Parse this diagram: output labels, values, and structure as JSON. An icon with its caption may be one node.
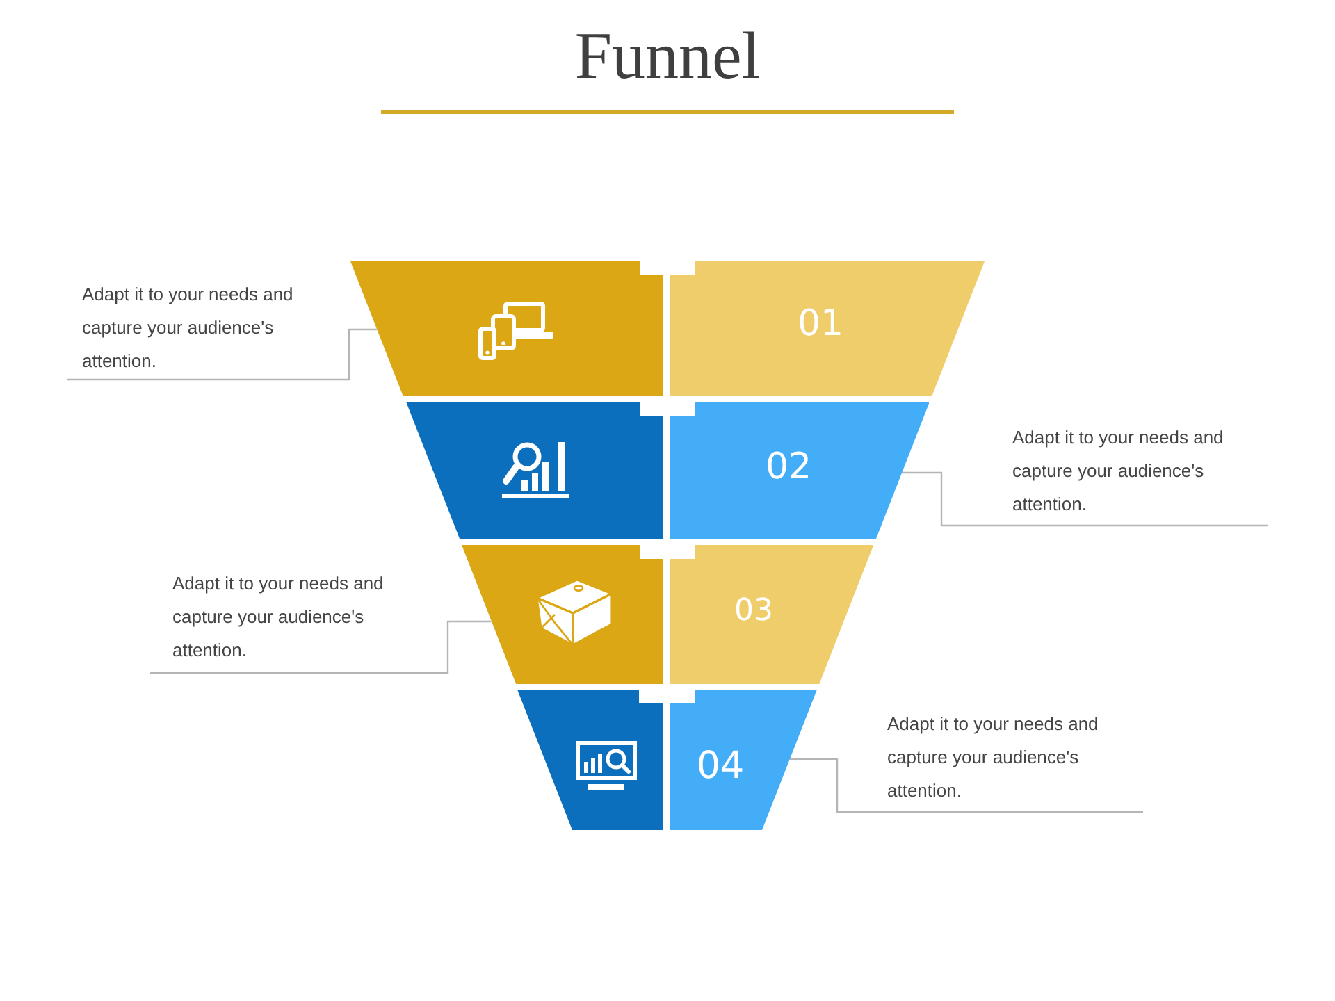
{
  "diagram": {
    "title": "Funnel",
    "nodes": [
      {
        "text": [],
        "shape": "box"
      },
      {
        "text": [
          "01"
        ]
      },
      {
        "text": [
          "Adapt it to your needs and capture your audience's attention."
        ]
      },
      {
        "text": [],
        "shape": "box"
      },
      {
        "text": [
          "02"
        ]
      },
      {
        "text": [
          "Adapt it to your needs and capture your audience's attention."
        ]
      },
      {
        "text": [],
        "shape": "box"
      },
      {
        "text": [
          "03"
        ]
      },
      {
        "text": [
          "Adapt it to your needs and capture your audience's attention."
        ]
      },
      {
        "text": [],
        "shape": "box"
      },
      {
        "text": [
          "04"
        ]
      },
      {
        "text": [
          "Adapt it to your needs and capture your audience's attention."
        ]
      }
    ],
    "edges": [
      {
        "from": 2,
        "to": 0,
        "arrow": "none"
      },
      {
        "from": 5,
        "to": 4,
        "arrow": "none"
      },
      {
        "from": 8,
        "to": 6,
        "arrow": "none"
      },
      {
        "from": 11,
        "to": 10,
        "arrow": "none"
      }
    ]
  }
}
